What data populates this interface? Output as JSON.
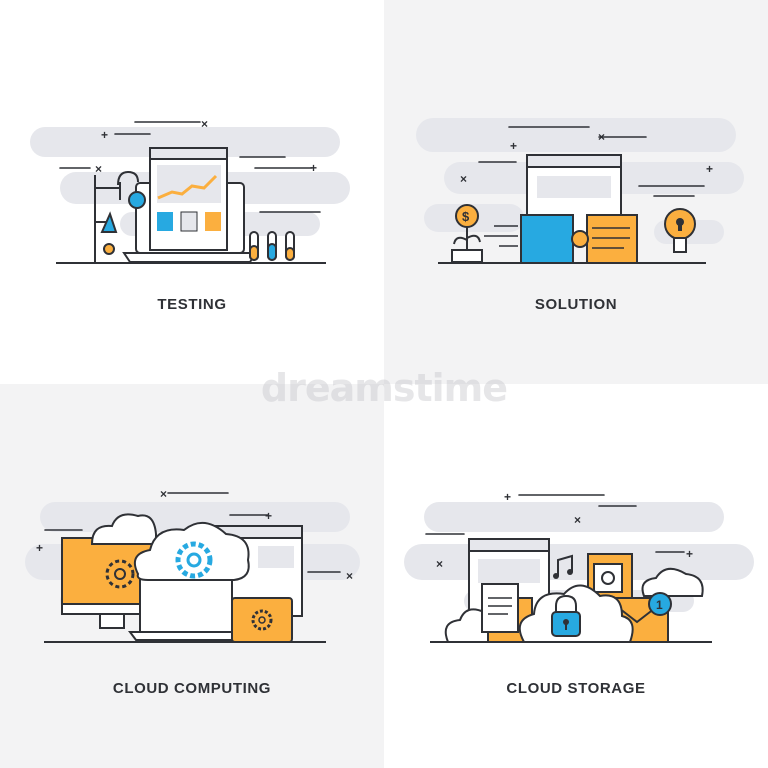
{
  "panels": [
    {
      "title": "TESTING"
    },
    {
      "title": "SOLUTION"
    },
    {
      "title": "CLOUD COMPUTING"
    },
    {
      "title": "CLOUD STORAGE"
    }
  ],
  "watermark": "dreamstime",
  "colors": {
    "outline": "#2f3136",
    "blue": "#27a9e1",
    "orange": "#fbaf3f",
    "cloud_gray": "#e6e7ec",
    "panel_gray": "#f3f3f4"
  }
}
